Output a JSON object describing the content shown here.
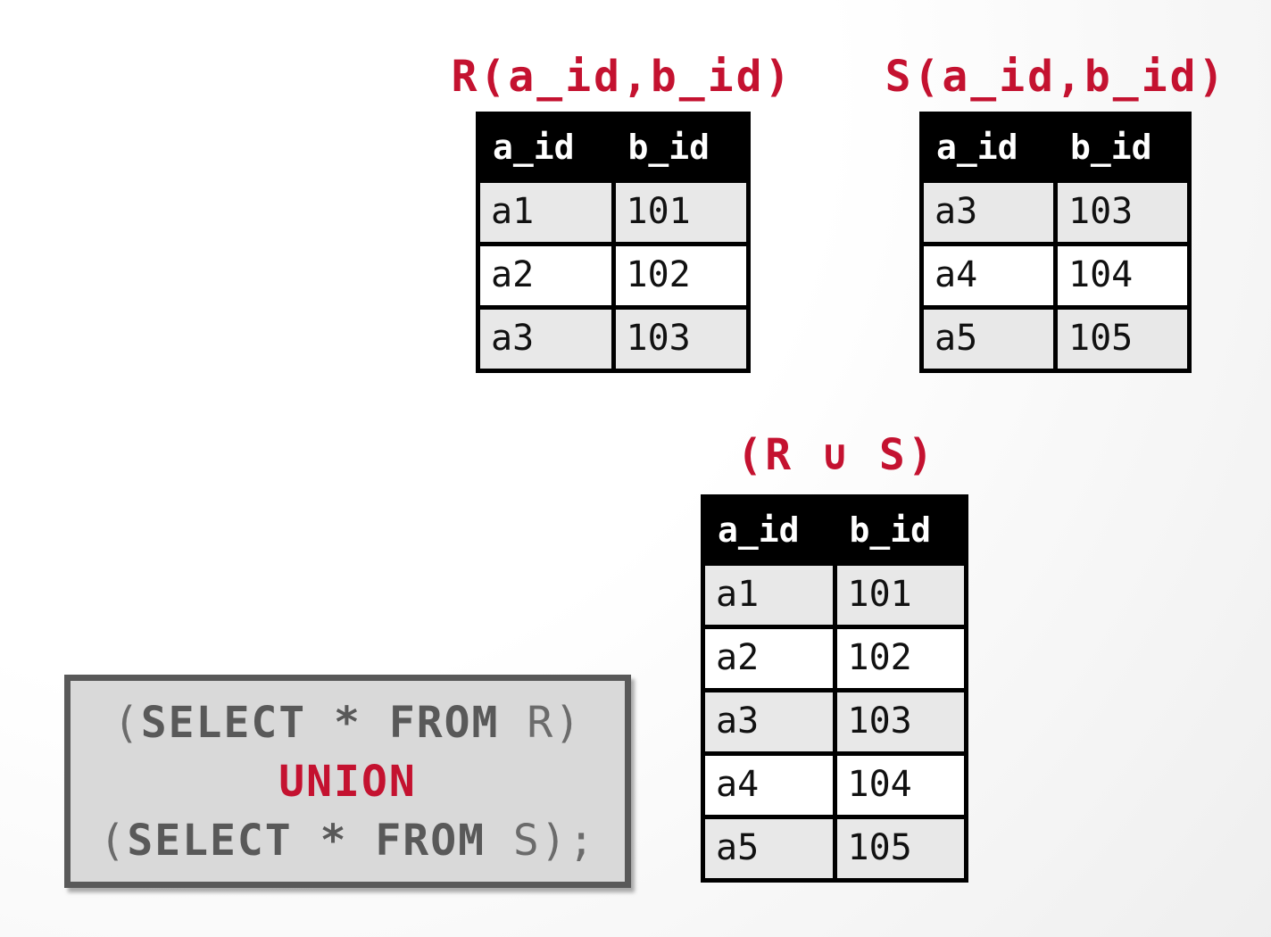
{
  "colors": {
    "accent_red": "#c41230",
    "header_bg": "#000000",
    "header_fg": "#ffffff",
    "row_bg": "#ffffff",
    "row_alt_bg": "#e8e8e8",
    "sql_box_bg": "#d9d9d9",
    "sql_box_border": "#595959",
    "sql_keyword": "#595959",
    "sql_identifier": "#6b6b6b",
    "bg_edge": "#e7e7e7"
  },
  "tables": {
    "r": {
      "title": "R(a_id,b_id)",
      "columns": [
        "a_id",
        "b_id"
      ],
      "rows": [
        [
          "a1",
          "101"
        ],
        [
          "a2",
          "102"
        ],
        [
          "a3",
          "103"
        ]
      ]
    },
    "s": {
      "title": "S(a_id,b_id)",
      "columns": [
        "a_id",
        "b_id"
      ],
      "rows": [
        [
          "a3",
          "103"
        ],
        [
          "a4",
          "104"
        ],
        [
          "a5",
          "105"
        ]
      ]
    },
    "union": {
      "title": "(R ∪ S)",
      "columns": [
        "a_id",
        "b_id"
      ],
      "rows": [
        [
          "a1",
          "101"
        ],
        [
          "a2",
          "102"
        ],
        [
          "a3",
          "103"
        ],
        [
          "a4",
          "104"
        ],
        [
          "a5",
          "105"
        ]
      ]
    }
  },
  "sql": {
    "lines": [
      {
        "segments": [
          {
            "text": "(",
            "style": "id"
          },
          {
            "text": "SELECT * FROM",
            "style": "kw"
          },
          {
            "text": " R)",
            "style": "id"
          }
        ]
      },
      {
        "segments": [
          {
            "text": "UNION",
            "style": "union"
          }
        ]
      },
      {
        "segments": [
          {
            "text": "(",
            "style": "id"
          },
          {
            "text": "SELECT * FROM",
            "style": "kw"
          },
          {
            "text": " S);",
            "style": "id"
          }
        ]
      }
    ]
  }
}
